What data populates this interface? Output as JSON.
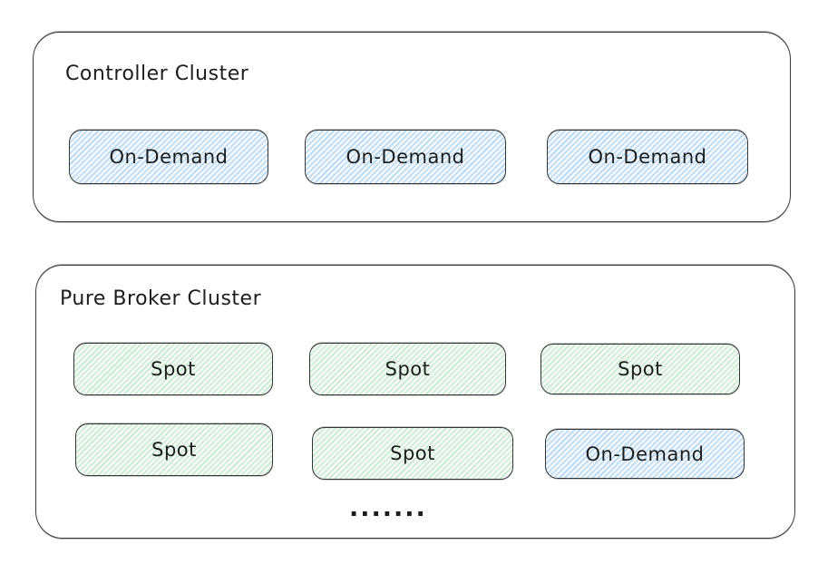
{
  "diagram": {
    "background_color": "#ffffff",
    "stroke_color": "#343434",
    "text_color": "#1d1d1d",
    "blue_hatch_color": "#a5d8ff",
    "green_hatch_color": "#b2f2bb",
    "clusters": [
      {
        "title": "Controller Cluster",
        "nodes": [
          {
            "label": "On-Demand",
            "type": "on-demand"
          },
          {
            "label": "On-Demand",
            "type": "on-demand"
          },
          {
            "label": "On-Demand",
            "type": "on-demand"
          }
        ]
      },
      {
        "title": "Pure Broker Cluster",
        "nodes": [
          {
            "label": "Spot",
            "type": "spot"
          },
          {
            "label": "Spot",
            "type": "spot"
          },
          {
            "label": "Spot",
            "type": "spot"
          },
          {
            "label": "Spot",
            "type": "spot"
          },
          {
            "label": "Spot",
            "type": "spot"
          },
          {
            "label": "On-Demand",
            "type": "on-demand"
          }
        ],
        "ellipsis": "......."
      }
    ]
  }
}
